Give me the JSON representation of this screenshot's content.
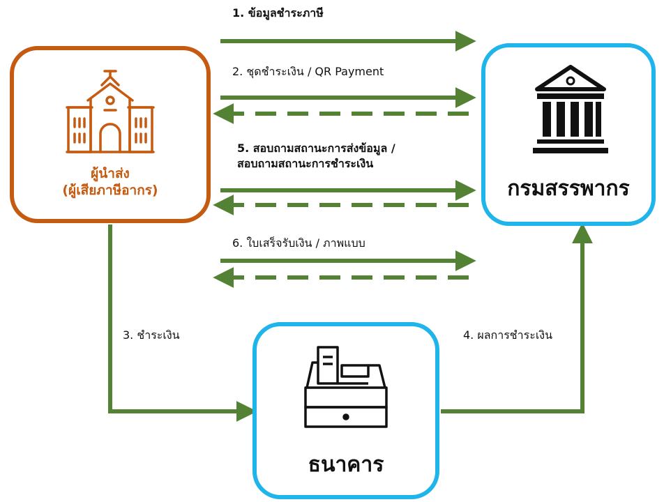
{
  "nodes": {
    "sender": {
      "line1": "ผู้นำส่ง",
      "line2": "(ผู้เสียภาษีอากร)",
      "icon": "school-building-icon"
    },
    "revenue_department": {
      "label": "กรมสรรพากร",
      "icon": "government-building-icon"
    },
    "bank": {
      "label": "ธนาคาร",
      "icon": "cash-register-icon"
    }
  },
  "steps": {
    "step1": "1. ข้อมูลชำระภาษี",
    "step2": "2. ชุดชำระเงิน / QR Payment",
    "step3": "3. ชำระเงิน",
    "step4": "4. ผลการชำระเงิน",
    "step5_line1": "5. สอบถามสถานะการส่งข้อมูล /",
    "step5_line2": "สอบถามสถานะการชำระเงิน",
    "step6": "6. ใบเสร็จรับเงิน / ภาพแบบ"
  },
  "colors": {
    "sender_border": "#c55a11",
    "box_border": "#1fb4ea",
    "arrow": "#548235",
    "text": "#111111"
  }
}
